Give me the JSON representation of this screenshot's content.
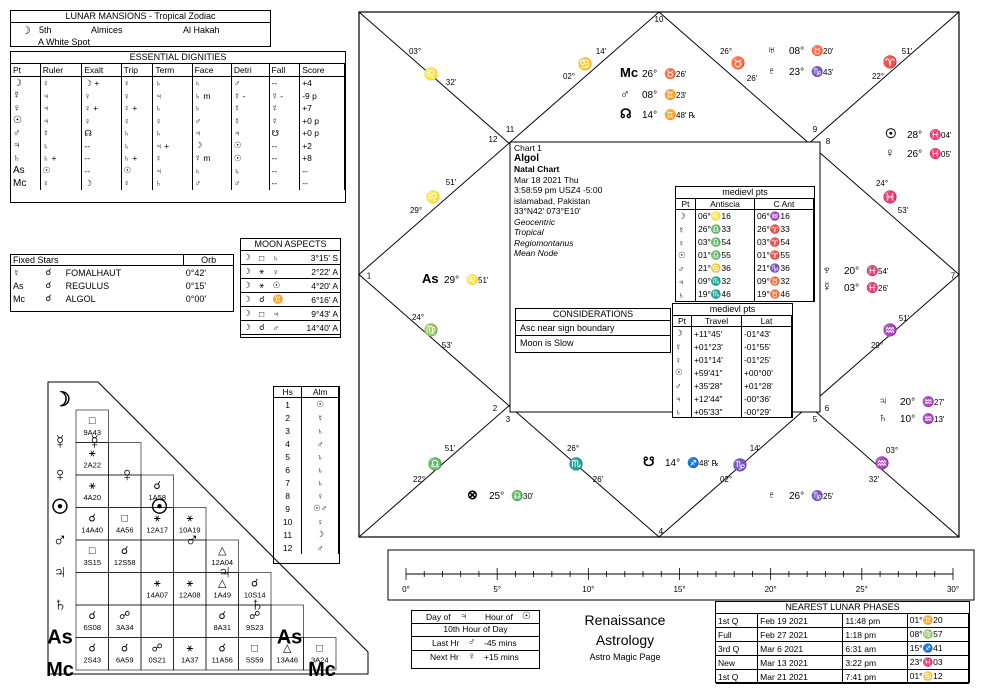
{
  "lunar_mansions": {
    "title": "LUNAR MANSIONS - Tropical Zodiac",
    "symbol": "☽",
    "number": "5th",
    "almices": "Almices",
    "name": "Al Hakah",
    "meaning": "A White Spot"
  },
  "dignities": {
    "title": "ESSENTIAL DIGNITIES",
    "headers": [
      "Pt",
      "Ruler",
      "Exalt",
      "Trip",
      "Term",
      "Face",
      "Detri",
      "Fall",
      "Score"
    ],
    "rows": [
      [
        "☽",
        "♀",
        "☽ +",
        "♀",
        "♄",
        "♄",
        "♂",
        "--",
        "+4"
      ],
      [
        "☿",
        "♃",
        "♀",
        "♀",
        "♃",
        "♄ m",
        "☿ -",
        "☿ -",
        "-9 p"
      ],
      [
        "♀",
        "♃",
        "♀ +",
        "♀ +",
        "♄",
        "♄",
        "☿",
        "☿",
        "+7"
      ],
      [
        "☉",
        "♃",
        "♀",
        "♀",
        "♀",
        "♂",
        "☿",
        "☿",
        "+0 p"
      ],
      [
        "♂",
        "☿",
        "☊",
        "♄",
        "♄",
        "♃",
        "♃",
        "☋",
        "+0 p"
      ],
      [
        "♃",
        "♄",
        "--",
        "♄",
        "♃ +",
        "☽",
        "☉",
        "--",
        "+2"
      ],
      [
        "♄",
        "♄ +",
        "--",
        "♄ +",
        "♀",
        "☿ m",
        "☉",
        "--",
        "+8"
      ],
      [
        "As",
        "☉",
        "--",
        "☉",
        "♃",
        "♄",
        "♄",
        "--",
        "--"
      ],
      [
        "Mc",
        "♀",
        "☽",
        "♀",
        "♄",
        "♂",
        "♂",
        "--",
        "--"
      ]
    ]
  },
  "fixed_stars": {
    "headers": [
      "Fixed Stars",
      "Orb"
    ],
    "rows": [
      [
        "☿",
        "☌",
        "FOMALHAUT",
        "0°42'"
      ],
      [
        "As",
        "☌",
        "REGULUS",
        "0°15'"
      ],
      [
        "Mc",
        "☌",
        "ALGOL",
        "0°00'"
      ]
    ]
  },
  "moon_aspects": {
    "title": "MOON ASPECTS",
    "rows": [
      [
        "☽",
        "□",
        "♄",
        "3°15' S"
      ],
      [
        "☽",
        "⚹",
        "♀",
        "2°22' A"
      ],
      [
        "☽",
        "⚹",
        "☉",
        "4°20' A"
      ],
      [
        "☽",
        "☌",
        "♊",
        "6°16' A"
      ],
      [
        "☽",
        "□",
        "♃",
        "9°43' A"
      ],
      [
        "☽",
        "☌",
        "♂",
        "14°40' A"
      ]
    ]
  },
  "almutens": {
    "headers": [
      "Hs",
      "Alm"
    ],
    "rows": [
      [
        "1",
        "☉"
      ],
      [
        "2",
        "☿"
      ],
      [
        "3",
        "♄"
      ],
      [
        "4",
        "♂"
      ],
      [
        "5",
        "♄"
      ],
      [
        "6",
        "♄"
      ],
      [
        "7",
        "♄"
      ],
      [
        "8",
        "♀"
      ],
      [
        "9",
        "☉♂"
      ],
      [
        "10",
        "♀"
      ],
      [
        "11",
        "☽"
      ],
      [
        "12",
        "♂"
      ]
    ]
  },
  "aspect_grid": {
    "planets": [
      "☽",
      "☿",
      "♀",
      "☉",
      "♂",
      "♃",
      "♄",
      "As",
      "Mc"
    ],
    "cells": [
      [],
      [
        [
          "□",
          "9A43"
        ]
      ],
      [
        [
          "⚹",
          "2A22"
        ],
        [
          " ",
          ""
        ]
      ],
      [
        [
          "⚹",
          "4A20"
        ],
        [
          " ",
          ""
        ],
        [
          "☌",
          "1A58"
        ]
      ],
      [
        [
          "☌",
          "14A40"
        ],
        [
          "□",
          "4A56"
        ],
        [
          "⚹",
          "12A17"
        ],
        [
          "⚹",
          "10A19"
        ]
      ],
      [
        [
          "□",
          "3S15"
        ],
        [
          "☌",
          "12S58"
        ],
        [
          " ",
          ""
        ],
        [
          " ",
          ""
        ],
        [
          "△",
          "12A04"
        ]
      ],
      [
        [
          " ",
          ""
        ],
        [
          " ",
          ""
        ],
        [
          "⚹",
          "14A07"
        ],
        [
          "⚹",
          "12A08"
        ],
        [
          "△",
          "1A49"
        ],
        [
          "☌",
          "10S14"
        ]
      ],
      [
        [
          "☌",
          "6S08"
        ],
        [
          "☍",
          "3A34"
        ],
        [
          " ",
          ""
        ],
        [
          " ",
          ""
        ],
        [
          "☌",
          "8A31"
        ],
        [
          "☍",
          "9S23"
        ],
        [
          " ",
          ""
        ]
      ],
      [
        [
          "☌",
          "2S43"
        ],
        [
          "☌",
          "6A59"
        ],
        [
          "☍",
          "0S21"
        ],
        [
          "⚹",
          "1A37"
        ],
        [
          "☌",
          "11A56"
        ],
        [
          "□",
          "5S59"
        ],
        [
          "△",
          "13A46"
        ],
        [
          "□",
          "3A24"
        ]
      ]
    ]
  },
  "chart": {
    "info": [
      "Chart 1",
      "Algol",
      "Natal Chart",
      "Mar 18 2021  Thu",
      "3:58:59 pm  USZ4 -5:00",
      "islamabad, Pakistan",
      "33°N42' 073°E10'",
      "Geocentric",
      "Tropical",
      "Regiomontanus",
      "Mean Node"
    ],
    "house_numbers": [
      "10",
      "11",
      "12",
      "1",
      "2",
      "3",
      "4",
      "5",
      "6",
      "7",
      "8",
      "9"
    ],
    "cusps": [
      [
        "03°",
        "♌",
        "32'"
      ],
      [
        "14'",
        "♋",
        "02°"
      ],
      [
        "26°",
        "♉",
        "26'"
      ],
      [
        "51'",
        "♈",
        "22°"
      ],
      [
        "28°",
        "♓",
        "04'"
      ],
      [
        "24°",
        "♓",
        "53'"
      ],
      [
        "51'",
        "♒",
        "29°"
      ],
      [
        "03°",
        "♒",
        "32'"
      ],
      [
        "14'",
        "♑",
        "02°"
      ],
      [
        "26°",
        "♏",
        "26'"
      ],
      [
        "51'",
        "♎",
        "22°"
      ],
      [
        "24°",
        "♍",
        "53'"
      ],
      [
        "51'",
        "♌",
        "29°"
      ]
    ],
    "planets": [
      [
        "Mc",
        "26°",
        "♉",
        "26'"
      ],
      [
        "♂",
        "08°",
        "♊",
        "23'"
      ],
      [
        "☊",
        "14°",
        "♊",
        "48' ℞"
      ],
      [
        "♅",
        "08°",
        "♉",
        "20'"
      ],
      [
        "♇",
        "23°",
        "♑",
        "43'"
      ],
      [
        "☉",
        "28°",
        "♓",
        "04'"
      ],
      [
        "♀",
        "26°",
        "♓",
        "05'"
      ],
      [
        "♆",
        "20°",
        "♓",
        "54'"
      ],
      [
        "☿",
        "03°",
        "♓",
        "26'"
      ],
      [
        "♃",
        "20°",
        "♒",
        "27'"
      ],
      [
        "♄",
        "10°",
        "♒",
        "13'"
      ],
      [
        "☋",
        "14°",
        "♐",
        "48' ℞"
      ],
      [
        "♇",
        "26°",
        "♑",
        "25'"
      ],
      [
        "⊗",
        "25°",
        "♎",
        "30'"
      ],
      [
        "As",
        "29°",
        "♌",
        "51'"
      ]
    ]
  },
  "considerations": {
    "title": "CONSIDERATIONS",
    "items": [
      "Asc near sign boundary",
      "Moon is Slow"
    ]
  },
  "antiscia": {
    "title": "medievl pts",
    "headers": [
      "Pt",
      "Antiscia",
      "C Ant"
    ],
    "rows": [
      [
        "☽",
        "06°♌16",
        "06°♒16"
      ],
      [
        "☿",
        "26°♎33",
        "26°♈33"
      ],
      [
        "♀",
        "03°♎54",
        "03°♈54"
      ],
      [
        "☉",
        "01°♎55",
        "01°♈55"
      ],
      [
        "♂",
        "21°♋36",
        "21°♑36"
      ],
      [
        "♃",
        "09°♏32",
        "09°♉32"
      ],
      [
        "♄",
        "19°♏46",
        "19°♉46"
      ]
    ]
  },
  "travel": {
    "title": "medievl pts",
    "headers": [
      "Pt",
      "Travel",
      "Lat"
    ],
    "rows": [
      [
        "☽",
        "+11°45'",
        "-01°43'"
      ],
      [
        "☿",
        "+01°23'",
        "-01°55'"
      ],
      [
        "♀",
        "+01°14'",
        "-01°25'"
      ],
      [
        "☉",
        "+59'41\"",
        "+00°00'"
      ],
      [
        "♂",
        "+35'28\"",
        "+01°28'"
      ],
      [
        "♃",
        "+12'44\"",
        "-00°36'"
      ],
      [
        "♄",
        "+05'33\"",
        "-00°29'"
      ]
    ]
  },
  "ruler": {
    "ticks": [
      "0°",
      "5°",
      "10°",
      "15°",
      "20°",
      "25°",
      "30°"
    ]
  },
  "hours": {
    "day_of": "Day of",
    "day_planet": "♃",
    "hour_of": "Hour of",
    "hour_planet": "☉",
    "hour_text": "10th Hour of Day",
    "last_hr": "Last Hr",
    "last_planet": "♂",
    "last_val": "-45 mins",
    "next_hr": "Next Hr",
    "next_planet": "♀",
    "next_val": "+15 mins"
  },
  "brand": {
    "line1": "Renaissance",
    "line2": "Astrology",
    "line3": "Astro Magic Page"
  },
  "lunar_phases": {
    "title": "NEAREST LUNAR PHASES",
    "rows": [
      [
        "1st Q",
        "Feb 19 2021",
        "11:48 pm",
        "01°♊20"
      ],
      [
        "Full",
        "Feb 27 2021",
        "1:18 pm",
        "08°♍57"
      ],
      [
        "3rd Q",
        "Mar 6 2021",
        "6:31 am",
        "15°♐41"
      ],
      [
        "New",
        "Mar 13 2021",
        "3:22 pm",
        "23°♓03"
      ],
      [
        "1st Q",
        "Mar 21 2021",
        "7:41 pm",
        "01°♋12"
      ]
    ]
  }
}
